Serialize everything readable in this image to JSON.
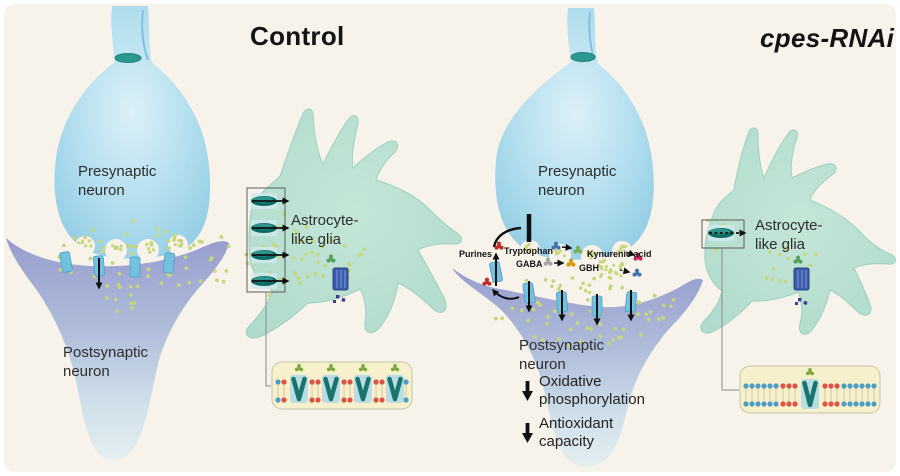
{
  "figure": {
    "panels": {
      "control": {
        "title": "Control",
        "presynaptic_label": "Presynaptic\nneuron",
        "postsynaptic_label": "Postsynaptic\nneuron",
        "glia_label": "Astrocyte-\nlike glia"
      },
      "cpes_rnai": {
        "title": "cpes-RNAi",
        "presynaptic_label": "Presynaptic\nneuron",
        "postsynaptic_label": "Postsynaptic\nneuron",
        "glia_label": "Astrocyte-\nlike glia",
        "metabolites": {
          "purines": "Purines",
          "tryptophan": "Tryptophan",
          "gaba": "GABA",
          "kynurenic_acid": "Kynurenic acid",
          "gbh": "GBH"
        },
        "effects": [
          {
            "direction": "decrease",
            "label": "Oxidative\nphosphorylation"
          },
          {
            "direction": "decrease",
            "label": "Antioxidant\ncapacity"
          }
        ]
      }
    },
    "colors": {
      "background": "#f7f3ea",
      "presynaptic_neuron": "#9bd2e8",
      "postsynaptic_neuron": "#9aa0cf",
      "astrocyte_glia": "#b6decf",
      "vesicle_dots": "#c6d67c",
      "channel_teal": "#0d6b66",
      "channel_light_blue": "#74c0df",
      "transporter_blue": "#3b5caa",
      "inset_background": "#f6f0cc",
      "lipid_red": "#df5244",
      "lipid_blue": "#4e9dc4",
      "purines_cluster": "#bf2b26",
      "tryptophan_cluster": "#3f74ae",
      "gaba_cluster": "#a6a6a6",
      "kynurenic_cluster": "#c7295e",
      "product_green": "#7cae58",
      "product_orange": "#d3990c",
      "arrow": "#111111"
    },
    "icons": {
      "down_arrow": "↓",
      "inhibition_bar": "⊤"
    }
  }
}
